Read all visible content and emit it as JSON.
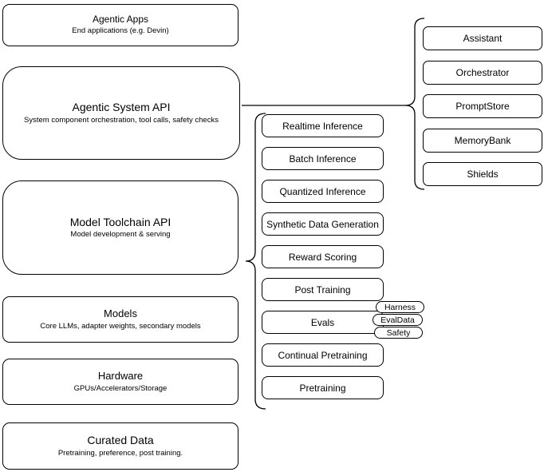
{
  "left_column": {
    "boxes": [
      {
        "title": "Agentic Apps",
        "subtitle": "End applications (e.g. Devin)"
      },
      {
        "title": "Agentic System API",
        "subtitle": "System component orchestration, tool calls, safety checks"
      },
      {
        "title": "Model Toolchain API",
        "subtitle": "Model development & serving"
      },
      {
        "title": "Models",
        "subtitle": "Core LLMs, adapter weights, secondary models"
      },
      {
        "title": "Hardware",
        "subtitle": "GPUs/Accelerators/Storage"
      },
      {
        "title": "Curated Data",
        "subtitle": "Pretraining, preference, post training."
      }
    ]
  },
  "toolchain": {
    "items": [
      "Realtime Inference",
      "Batch Inference",
      "Quantized Inference",
      "Synthetic Data Generation",
      "Reward Scoring",
      "Post Training",
      "Evals",
      "Continual Pretraining",
      "Pretraining"
    ],
    "eval_tags": [
      "Harness",
      "EvalData",
      "Safety"
    ]
  },
  "components": {
    "items": [
      "Assistant",
      "Orchestrator",
      "PromptStore",
      "MemoryBank",
      "Shields"
    ]
  },
  "colors": {
    "stroke": "#000000",
    "fill": "#ffffff",
    "text": "#000000",
    "background": "#ffffff"
  }
}
